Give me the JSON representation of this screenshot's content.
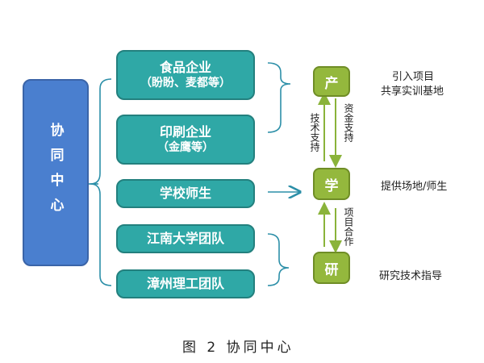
{
  "center": {
    "label": "协同中心"
  },
  "orgs": [
    {
      "main": "食品企业",
      "sub": "（盼盼、麦都等）"
    },
    {
      "main": "印刷企业",
      "sub": "（金鹰等）"
    },
    {
      "main": "学校师生",
      "sub": ""
    },
    {
      "main": "江南大学团队",
      "sub": ""
    },
    {
      "main": "漳州理工团队",
      "sub": ""
    }
  ],
  "nodes": {
    "chan": "产",
    "xue": "学",
    "yan": "研"
  },
  "arrow_labels": {
    "tech_support": "技术支持",
    "fund_support": "资金支持",
    "project_coop": "项目合作"
  },
  "right_labels": {
    "chan_line1": "引入项目",
    "chan_line2": "共享实训基地",
    "xue": "提供场地/师生",
    "yan": "研究技术指导"
  },
  "caption": "图 2  协同中心",
  "colors": {
    "center": "#4a7fcf",
    "org": "#2fa8a6",
    "node": "#94b83d",
    "connector": "#2c8fa8",
    "arrow": "#8ab33a"
  }
}
